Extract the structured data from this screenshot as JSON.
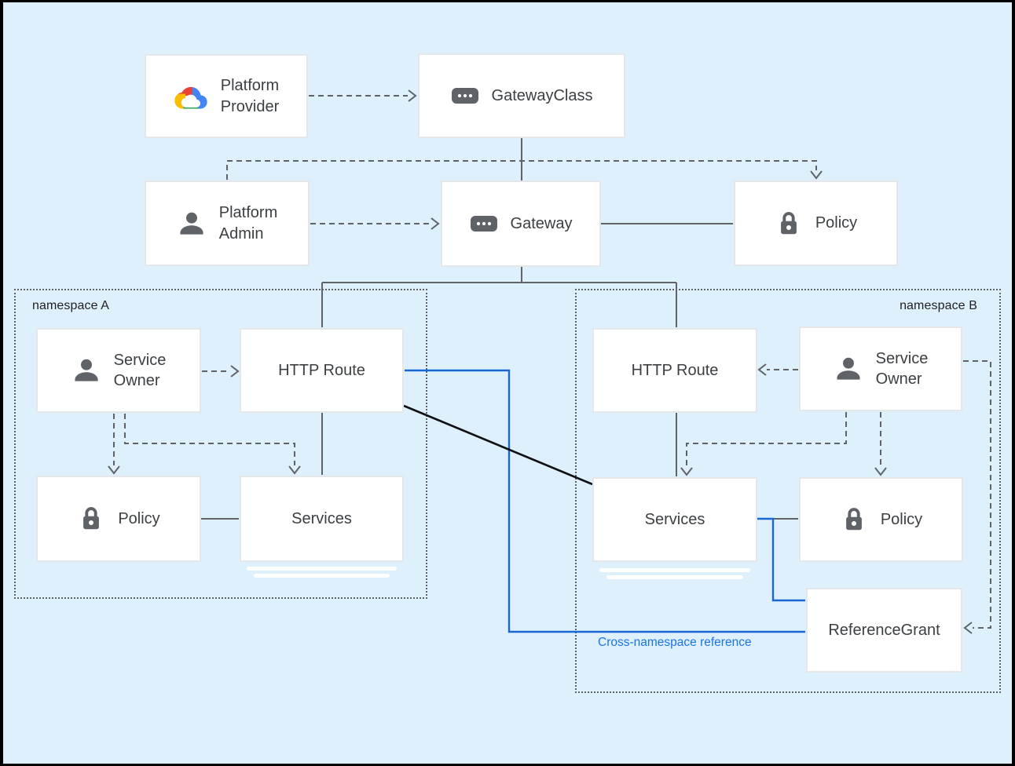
{
  "colors": {
    "background": "#def0fc",
    "line_gray": "#5f6368",
    "line_blue": "#1967d2",
    "label_blue": "#1a73e8",
    "line_black": "#101114",
    "node_fill": "#ffffff",
    "node_border": "#e4e6ea",
    "google_cloud_logo": {
      "red": "#EA4335",
      "yellow": "#FBBC04",
      "blue": "#4285F4",
      "green": "#34A853"
    }
  },
  "namespaces": {
    "a": {
      "label": "namespace A"
    },
    "b": {
      "label": "namespace B"
    }
  },
  "nodes": {
    "platform_provider": {
      "line1": "Platform",
      "line2": "Provider",
      "icon": "google-cloud-logo"
    },
    "gateway_class": {
      "label": "GatewayClass",
      "icon": "resource-chip"
    },
    "platform_admin": {
      "line1": "Platform",
      "line2": "Admin",
      "icon": "person"
    },
    "gateway": {
      "label": "Gateway",
      "icon": "resource-chip"
    },
    "policy_top": {
      "label": "Policy",
      "icon": "lock"
    },
    "service_owner_a": {
      "line1": "Service",
      "line2": "Owner",
      "icon": "person"
    },
    "http_route_a": {
      "label": "HTTP Route"
    },
    "policy_a": {
      "label": "Policy",
      "icon": "lock"
    },
    "services_a": {
      "label": "Services"
    },
    "http_route_b": {
      "label": "HTTP Route"
    },
    "service_owner_b": {
      "line1": "Service",
      "line2": "Owner",
      "icon": "person"
    },
    "services_b": {
      "label": "Services"
    },
    "policy_b": {
      "label": "Policy",
      "icon": "lock"
    },
    "reference_grant": {
      "label": "ReferenceGrant"
    }
  },
  "annotations": {
    "cross_namespace_reference": "Cross-namespace reference"
  }
}
